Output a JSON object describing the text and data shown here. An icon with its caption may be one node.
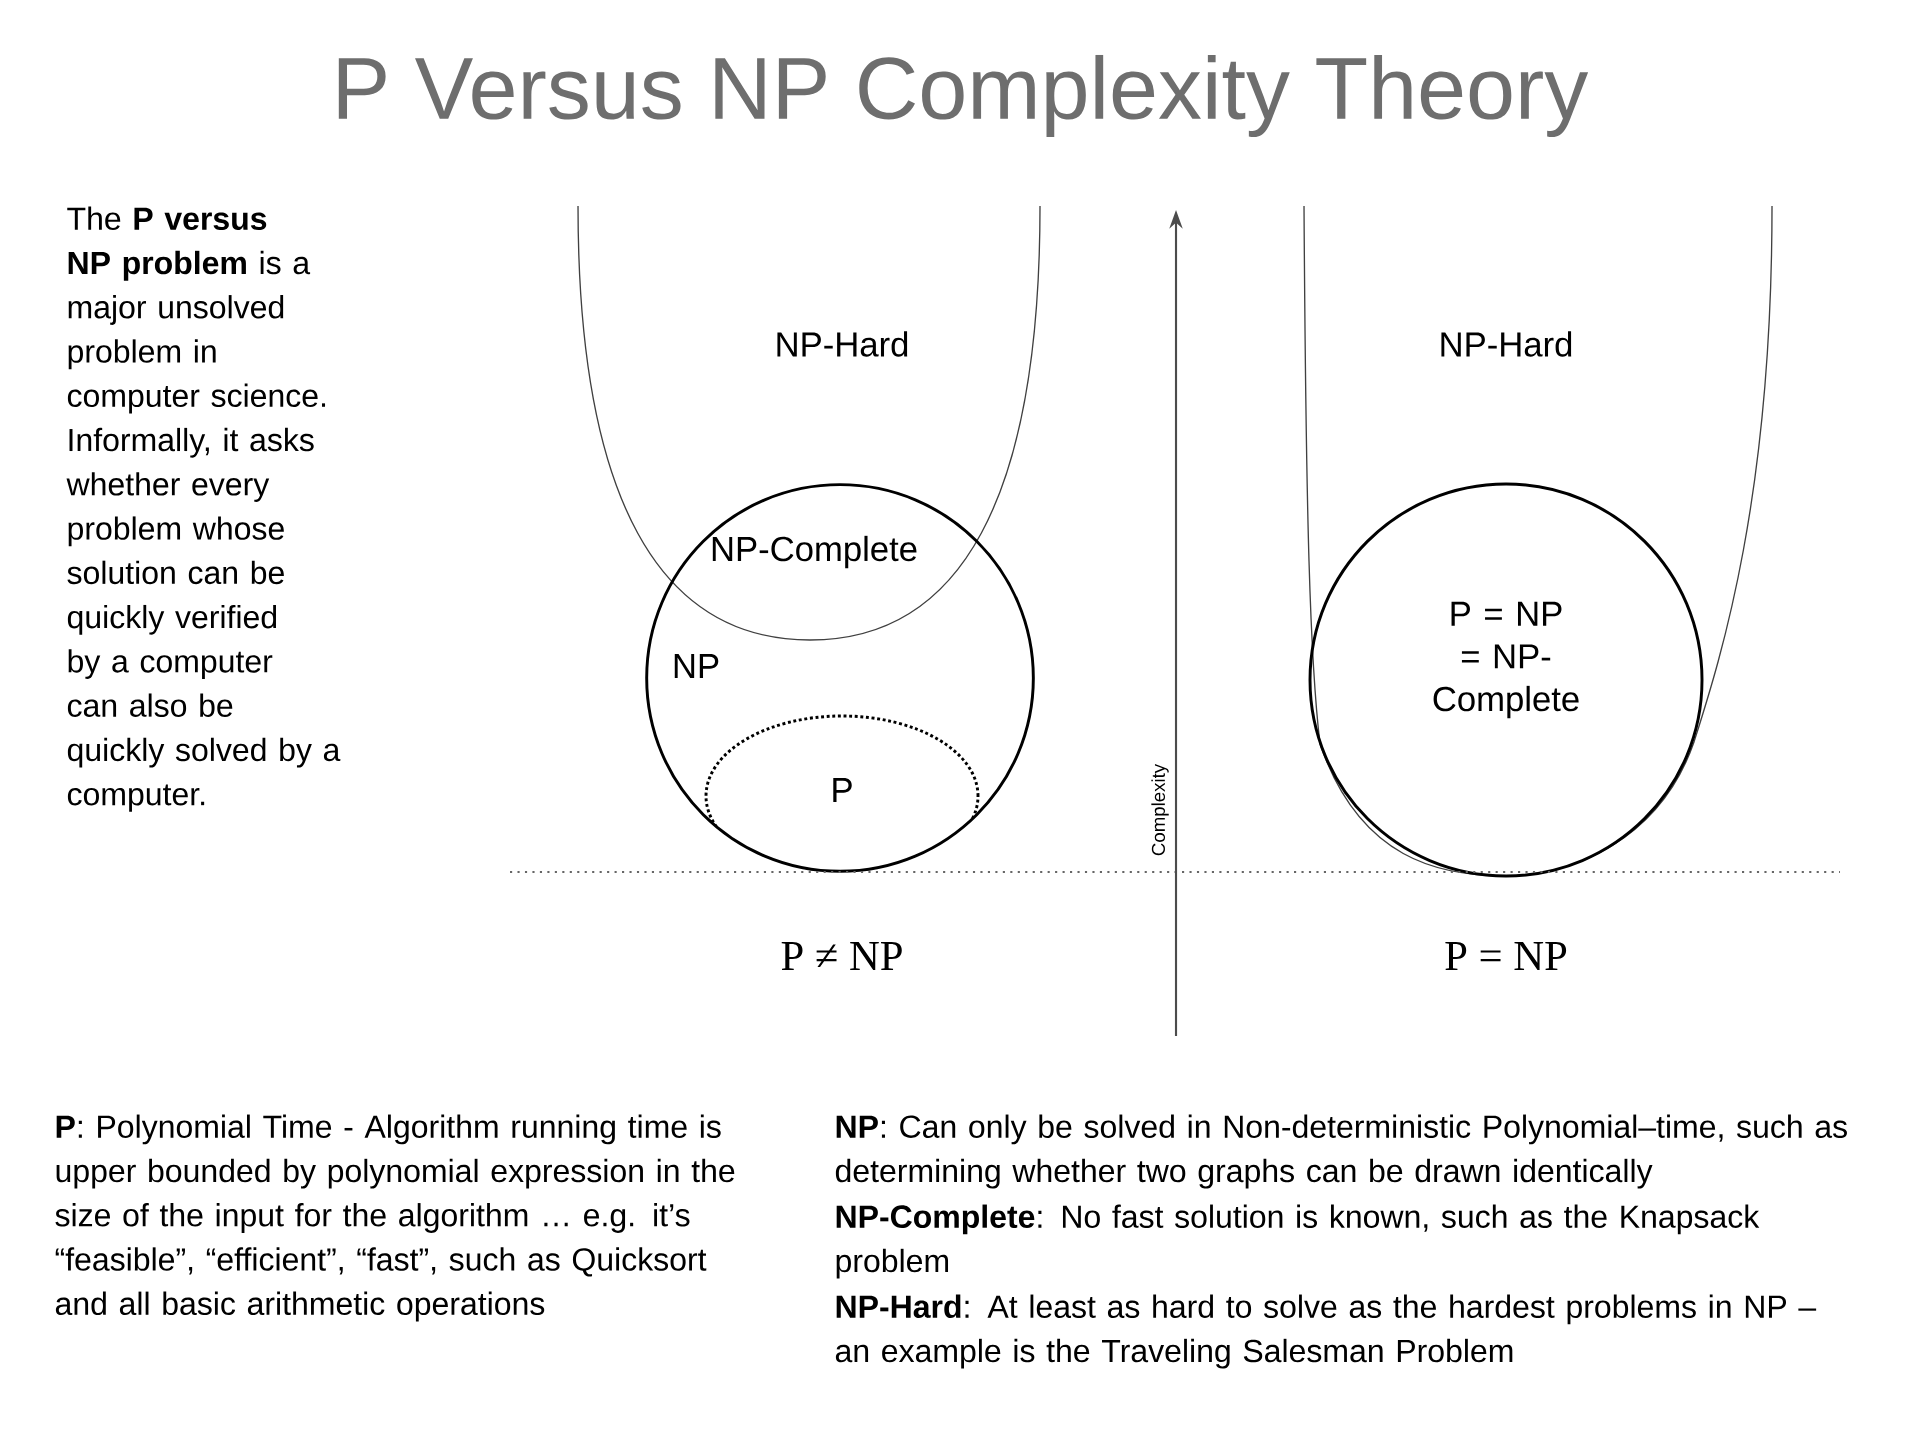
{
  "diagram": {
    "title": "P Versus NP Complexity Theory",
    "nodes": [
      {
        "text": [
          "NP-Hard"
        ]
      },
      {
        "text": [
          "NP"
        ]
      },
      {
        "text": [
          "P"
        ],
        "in": 1
      },
      {
        "text": [
          "NP-Hard"
        ]
      },
      {
        "text": [
          "P = NP = NP-Complete"
        ],
        "in": 3
      }
    ],
    "edges": [],
    "labels": [
      "The **P versus NP problem** is a major unsolved problem in computer science. Informally, it asks whether every problem whose solution can be quickly verified by a computer can also be quickly solved by a computer.",
      "NP-Complete",
      "Complexity",
      "P ≠ NP",
      "P = NP",
      "**P**: Polynomial Time - Algorithm running time is upper bounded by polynomial expression in the size of the input for the algorithm … e.g. it’s “feasible”, “efficient”, “fast”, such as Quicksort and all basic arithmetic operations",
      "**NP**: Can only be solved in Non-deterministic Polynomial–time, such as determining whether two graphs can be drawn identically",
      "**NP-Complete**: No fast solution is known, such as the Knapsack problem",
      "**NP-Hard**: At least as hard to solve as the hardest problems in NP – an example is the Traveling Salesman Problem"
    ]
  }
}
